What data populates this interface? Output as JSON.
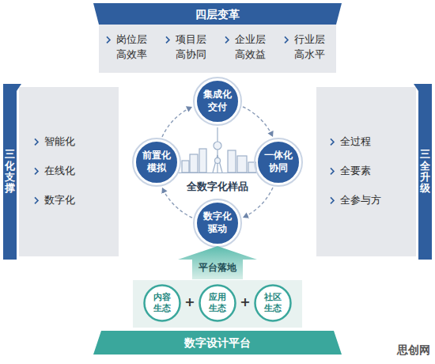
{
  "diagram": {
    "nodes": [
      {
        "text": [
          "四层变革",
          "岗位层 高效率",
          "项目层 高协同",
          "企业层 高效益",
          "行业层 高水平"
        ]
      },
      {
        "text": [
          "三化支撑",
          "智能化",
          "在线化",
          "数字化"
        ]
      },
      {
        "text": [
          "集成化 交付"
        ]
      },
      {
        "text": [
          "前置化 模拟"
        ]
      },
      {
        "text": [
          "一体化 协同"
        ]
      },
      {
        "text": [
          "数字化 驱动"
        ]
      },
      {
        "text": [
          "三全升级",
          "全过程",
          "全要素",
          "全参与方"
        ]
      },
      {
        "text": [
          "平台落地"
        ]
      },
      {
        "text": [
          "内容 生态"
        ]
      },
      {
        "text": [
          "应用 生态"
        ]
      },
      {
        "text": [
          "社区 生态"
        ]
      },
      {
        "text": [
          "数字设计平台"
        ]
      }
    ],
    "edges": [
      {
        "from": 2,
        "to": 4,
        "arrow": "to"
      },
      {
        "from": 4,
        "to": 5,
        "arrow": "to"
      },
      {
        "from": 5,
        "to": 3,
        "arrow": "to"
      },
      {
        "from": 3,
        "to": 2,
        "arrow": "to"
      }
    ],
    "labels": [
      "全数字化样品",
      "+",
      "+",
      "思创网"
    ]
  }
}
